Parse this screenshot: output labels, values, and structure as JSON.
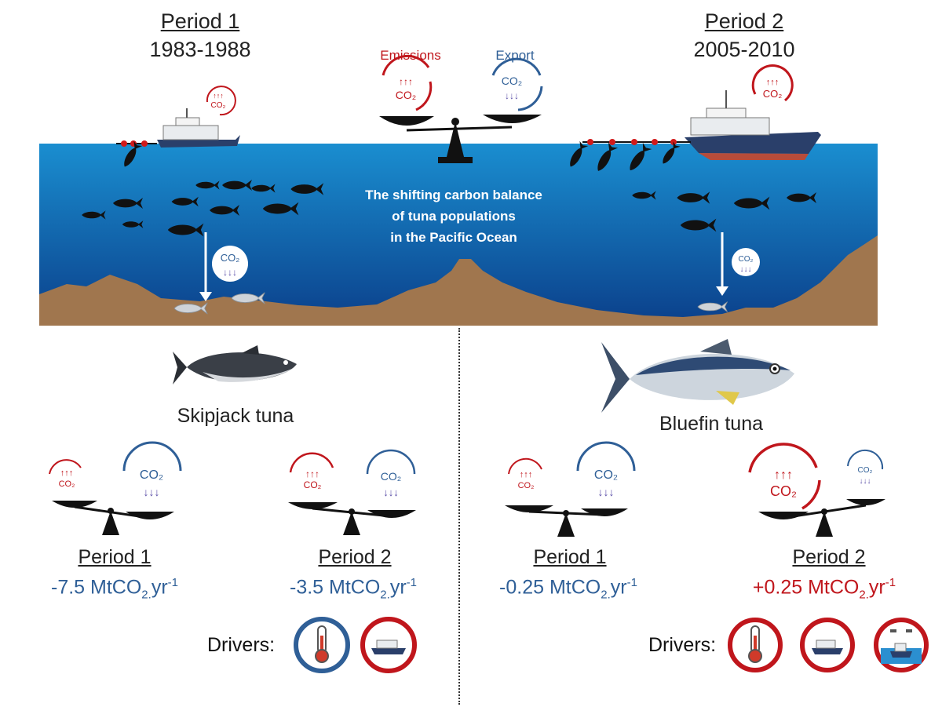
{
  "header": {
    "period1_title": "Period 1",
    "period1_years": "1983-1988",
    "period2_title": "Period 2",
    "period2_years": "2005-2010",
    "emissions_label": "Emissions",
    "export_label": "Export",
    "co2": "CO",
    "co2_sub": "2"
  },
  "ocean": {
    "caption_line1": "The shifting carbon balance",
    "caption_line2": "of tuna populations",
    "caption_line3": "in the Pacific Ocean"
  },
  "species": {
    "left": "Skipjack tuna",
    "right": "Bluefin tuna"
  },
  "balances": [
    {
      "period": "Period 1",
      "value_main": "-7.5 MtCO",
      "value_sub": "2.",
      "value_end": "yr",
      "value_sup": "-1",
      "color": "#2f5f97"
    },
    {
      "period": "Period 2",
      "value_main": "-3.5 MtCO",
      "value_sub": "2.",
      "value_end": "yr",
      "value_sup": "-1",
      "color": "#2f5f97"
    },
    {
      "period": "Period 1",
      "value_main": "-0.25 MtCO",
      "value_sub": "2.",
      "value_end": "yr",
      "value_sup": "-1",
      "color": "#2f5f97"
    },
    {
      "period": "Period 2",
      "value_main": "+0.25 MtCO",
      "value_sub": "2.",
      "value_end": "yr",
      "value_sup": "-1",
      "color": "#c0161c"
    }
  ],
  "drivers": {
    "label_left": "Drivers:",
    "label_right": "Drivers:",
    "icons": [
      "thermometer-icon",
      "fishing-vessel-icon",
      "fishing-fleet-icon"
    ]
  },
  "colors": {
    "emission_red": "#c0161c",
    "export_blue": "#2f5f97",
    "ocean_top": "#1a8ed0",
    "ocean_bottom": "#0b3f8a",
    "seafloor": "#a0764e"
  }
}
